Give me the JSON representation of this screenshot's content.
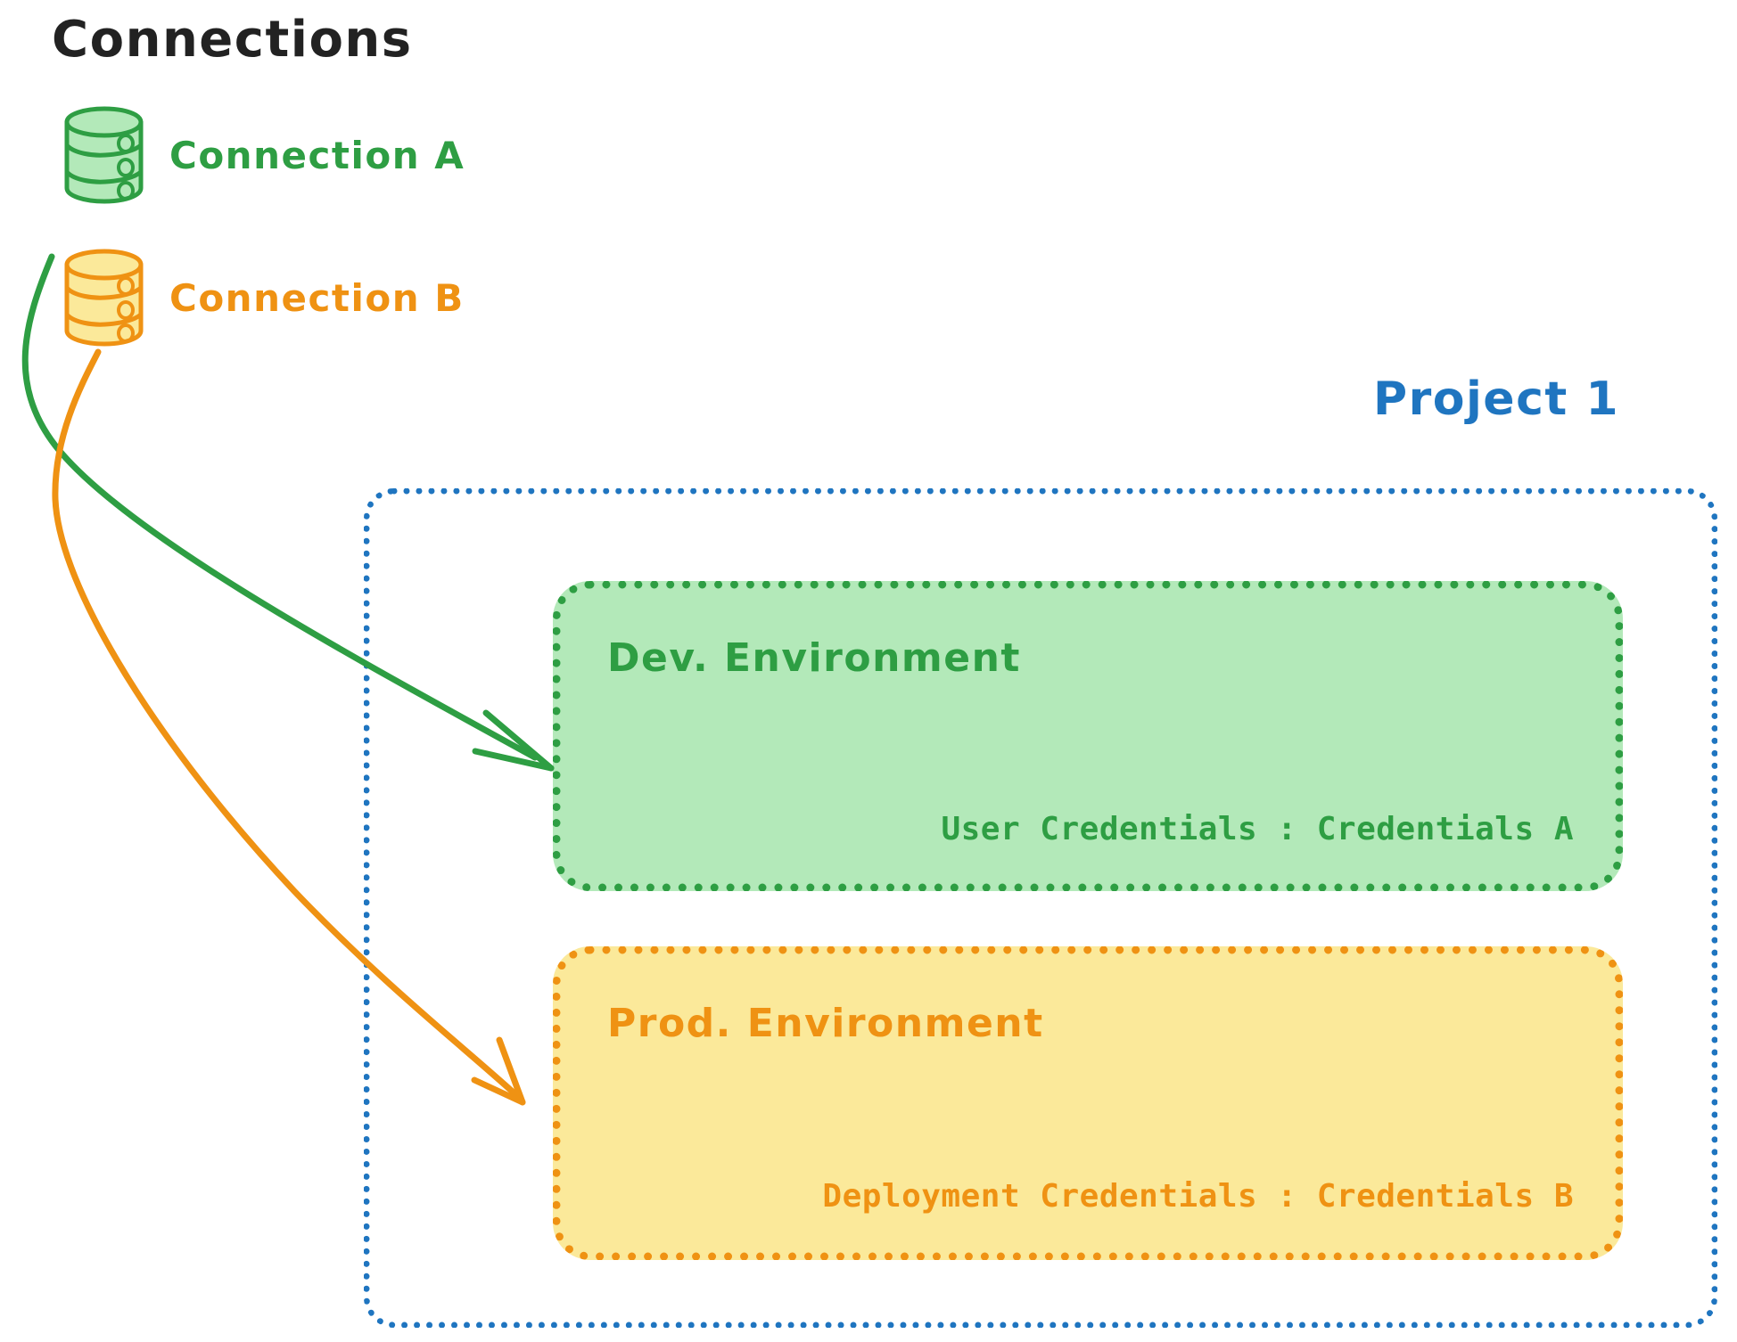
{
  "page": {
    "title": "Connections",
    "background": "#ffffff"
  },
  "colors": {
    "green_stroke": "#2e9e43",
    "green_fill": "#b3e9b9",
    "orange_stroke": "#ef9213",
    "orange_fill": "#fbe99a",
    "blue_stroke": "#1f75c0",
    "title_text": "#222222"
  },
  "connections": {
    "heading": "Connections",
    "items": [
      {
        "label": "Connection A",
        "icon": "database-icon",
        "color": "#2e9e43"
      },
      {
        "label": "Connection B",
        "icon": "database-icon",
        "color": "#ef9213"
      }
    ]
  },
  "project": {
    "title": "Project 1",
    "color": "#1f75c0",
    "environments": [
      {
        "name": "Dev. Environment",
        "credential_label": "User Credentials : Credentials A",
        "color": "#2e9e43",
        "fill": "#b3e9b9",
        "linked_connection": "Connection A"
      },
      {
        "name": "Prod. Environment",
        "credential_label": "Deployment Credentials : Credentials B",
        "color": "#ef9213",
        "fill": "#fbe99a",
        "linked_connection": "Connection B"
      }
    ]
  },
  "arrows": [
    {
      "from": "Connection A",
      "to": "Dev. Environment",
      "color": "#2e9e43"
    },
    {
      "from": "Connection B",
      "to": "Prod. Environment",
      "color": "#ef9213"
    }
  ]
}
